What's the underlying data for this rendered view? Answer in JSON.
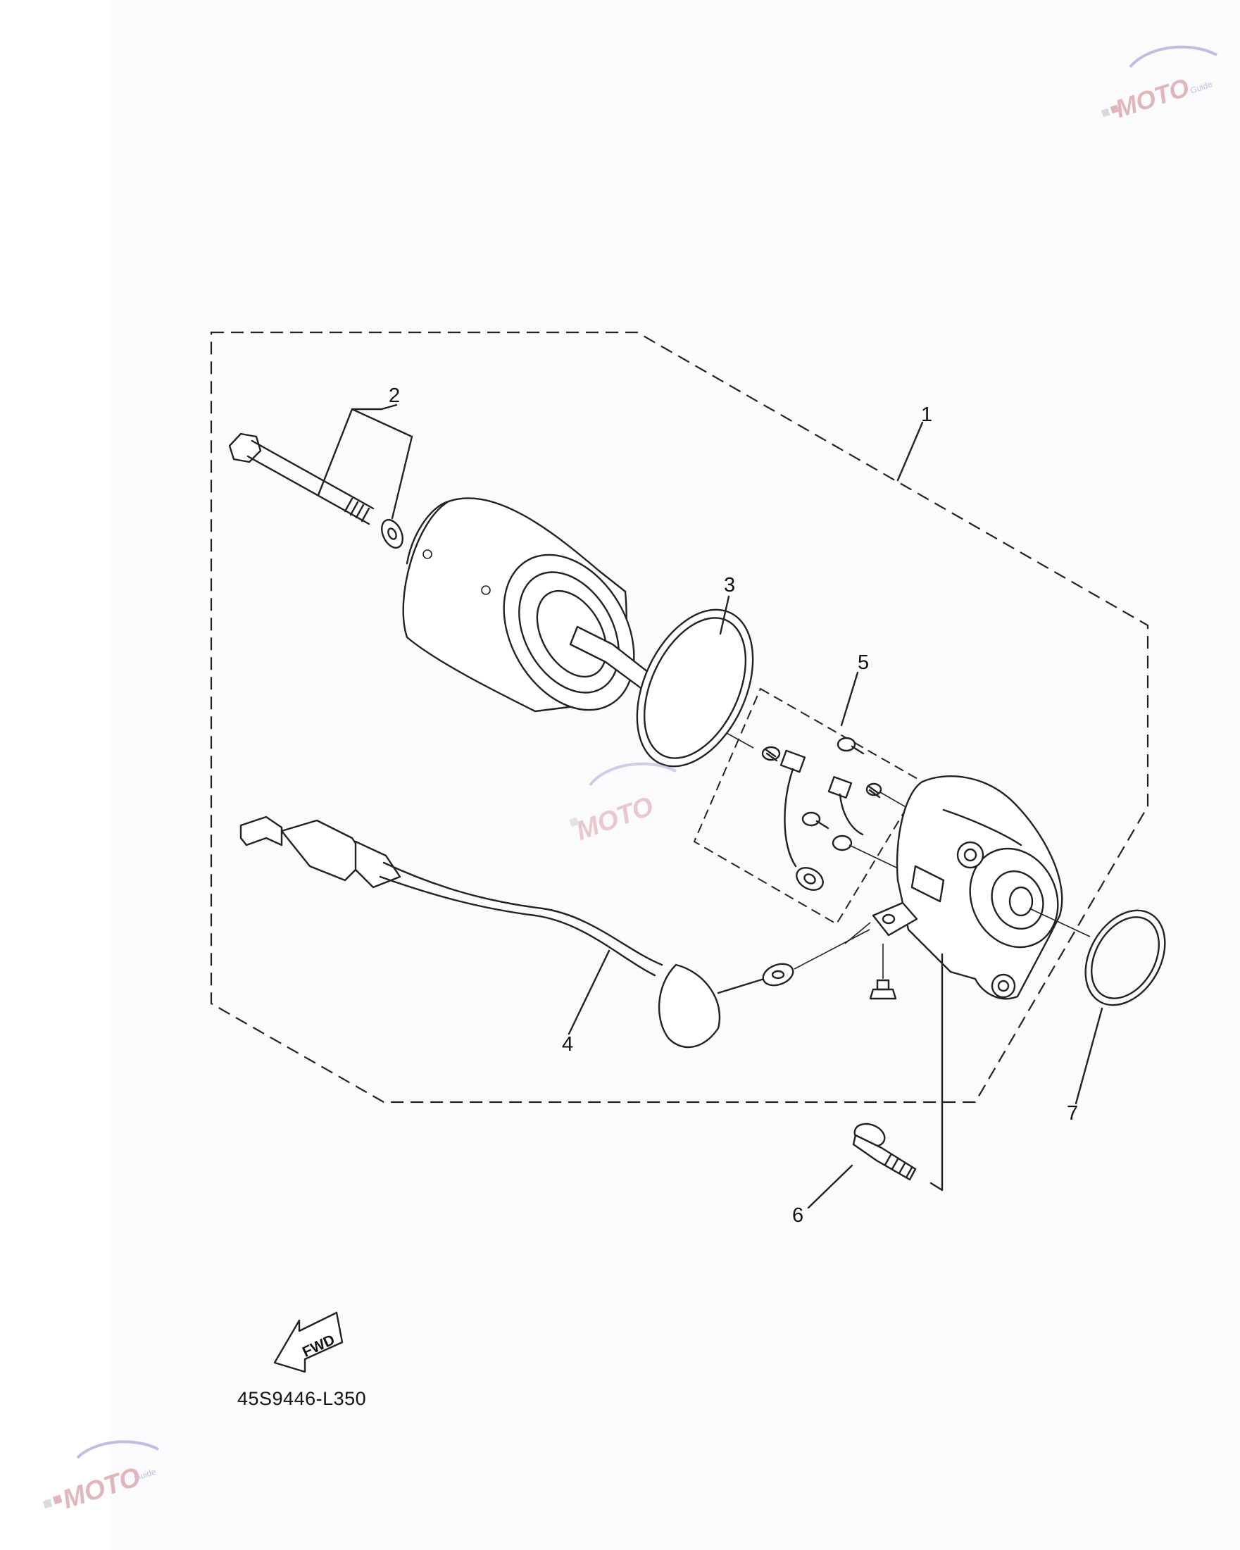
{
  "diagram": {
    "ref_code": "45S9446-L350",
    "fwd_label": "FWD",
    "callouts": [
      {
        "id": "1",
        "label": "1"
      },
      {
        "id": "2",
        "label": "2"
      },
      {
        "id": "3",
        "label": "3"
      },
      {
        "id": "4",
        "label": "4"
      },
      {
        "id": "5",
        "label": "5"
      },
      {
        "id": "6",
        "label": "6"
      },
      {
        "id": "7",
        "label": "7"
      }
    ]
  },
  "watermark": {
    "brand": "MOTO",
    "tag": "Guide",
    "colors": {
      "primary": "#d9a0a6",
      "accent": "#a7abd6"
    }
  }
}
